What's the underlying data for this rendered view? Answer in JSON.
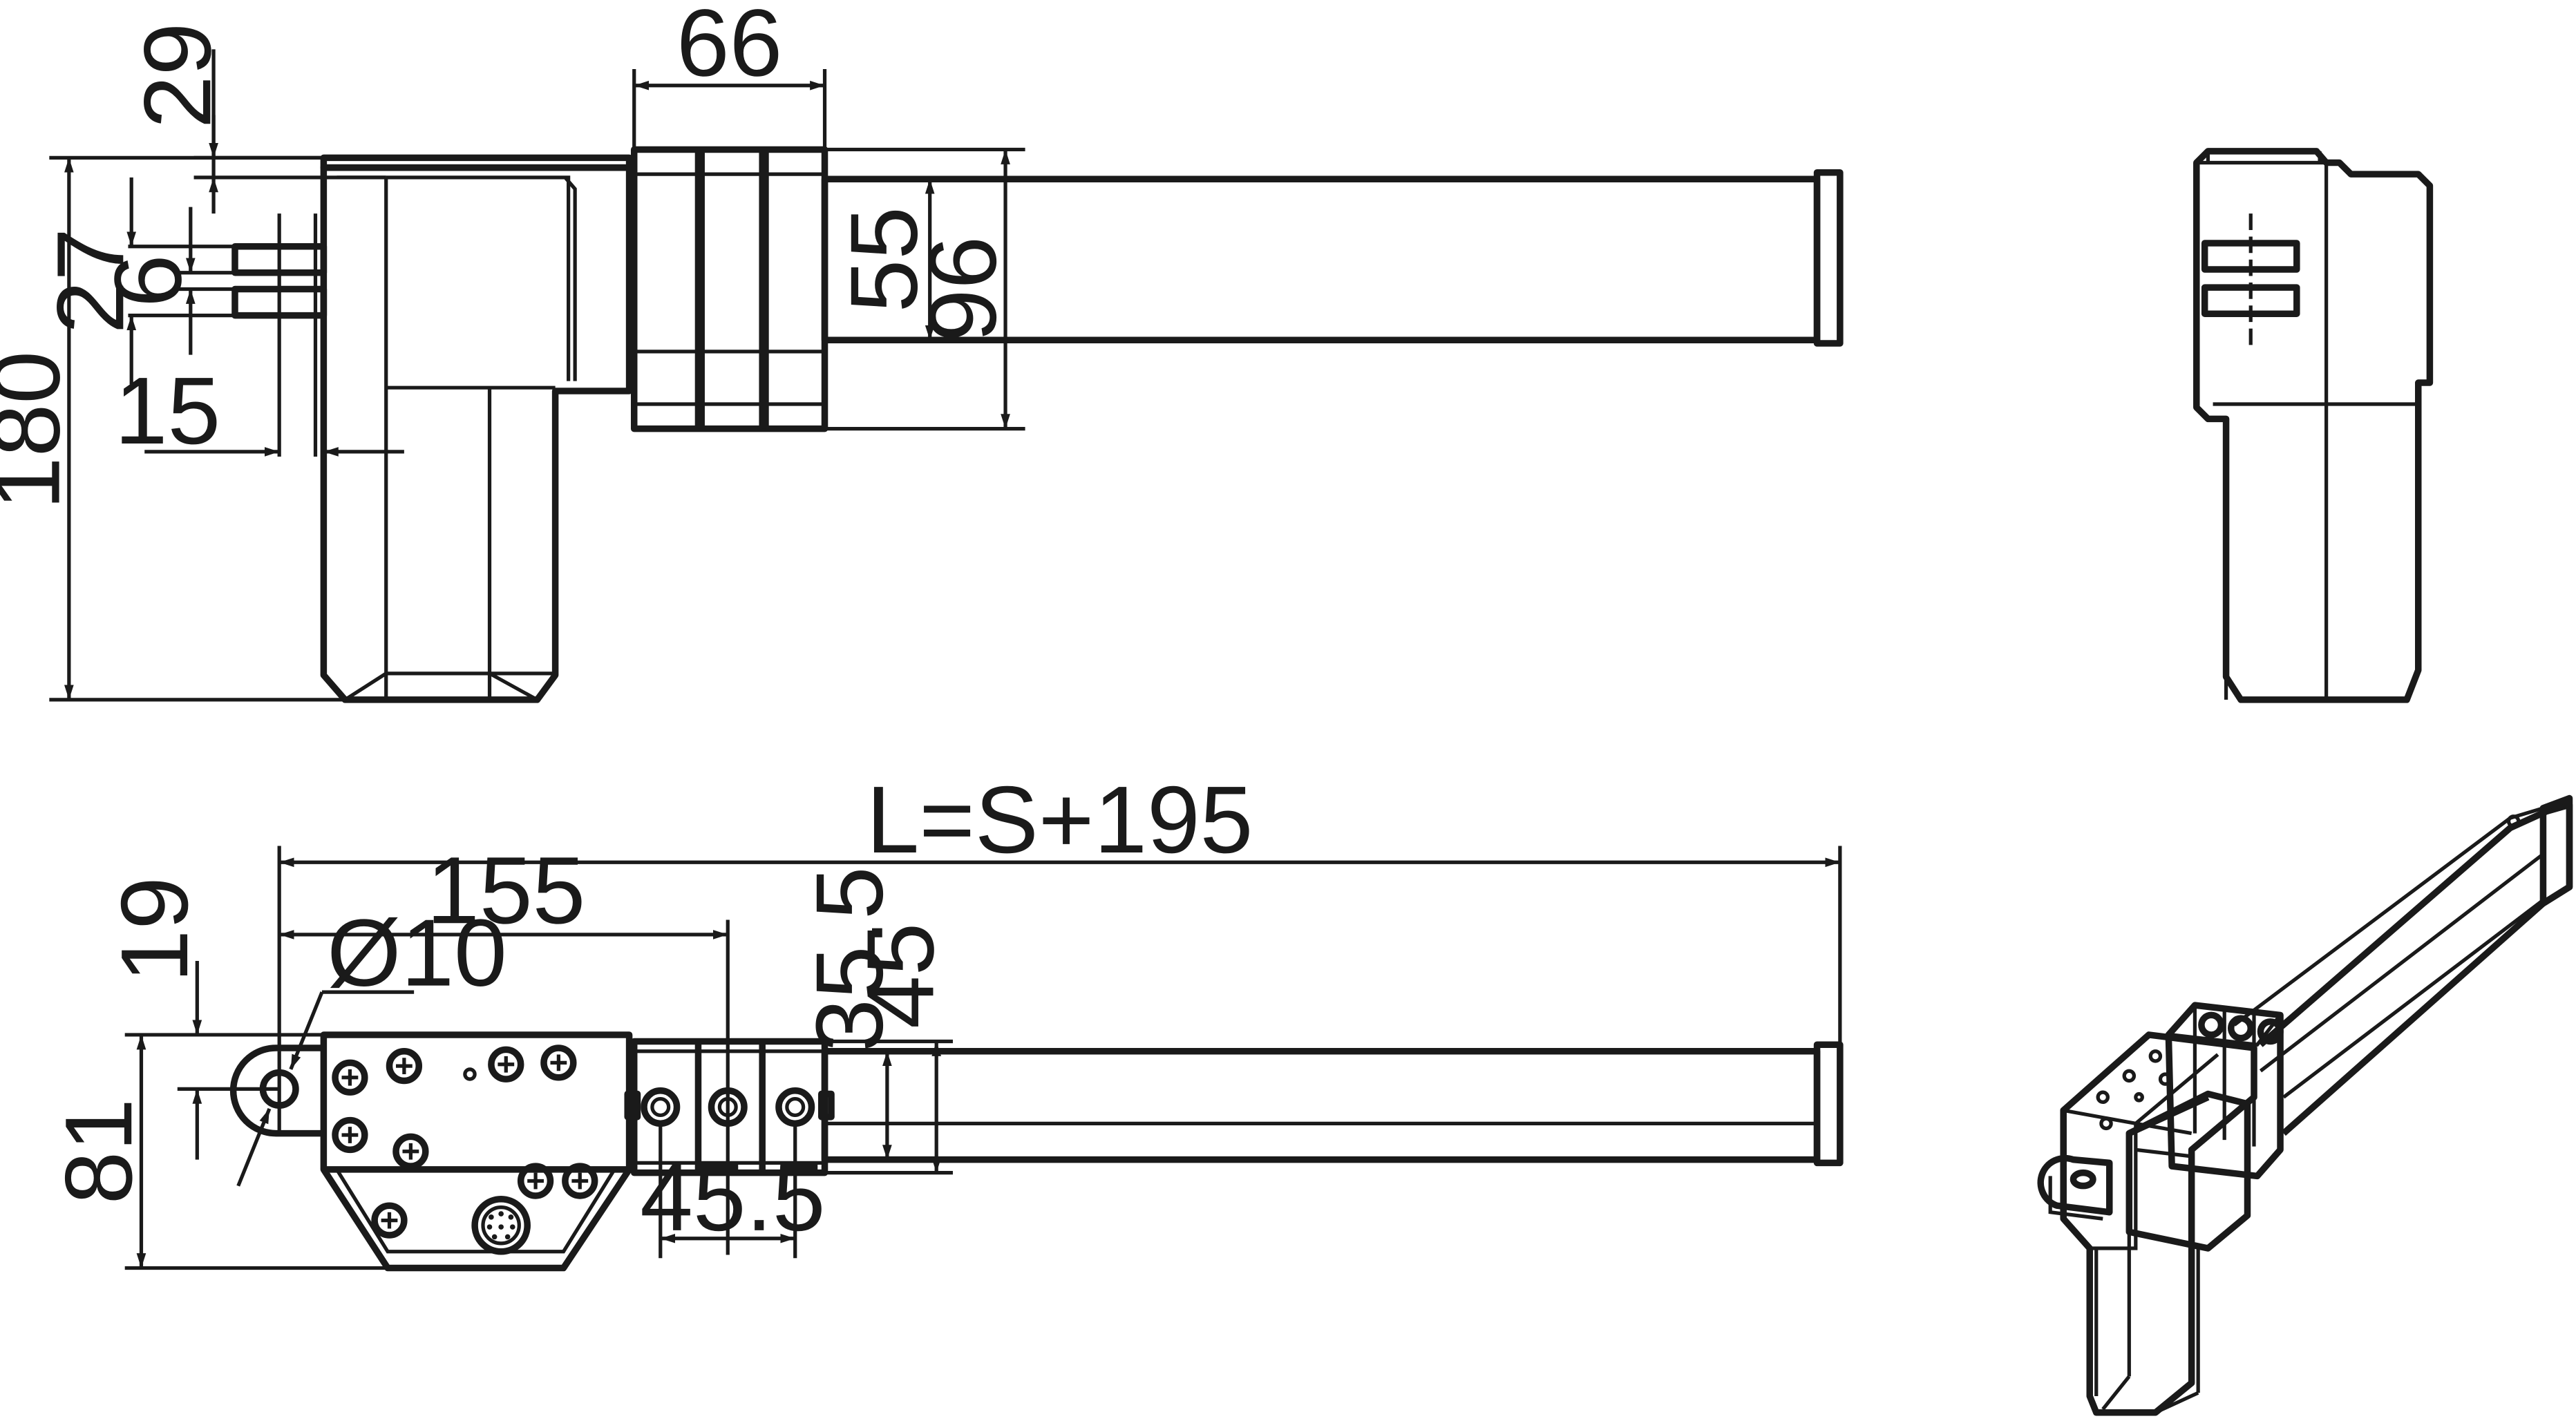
{
  "dimensions": {
    "d29": "29",
    "d66": "66",
    "d27": "27",
    "d6": "6",
    "d55": "55",
    "d96": "96",
    "d180": "180",
    "d15": "15",
    "dL": "L=S+195",
    "d155": "155",
    "d19": "19",
    "dphi10": "Ø10",
    "d35_5": "35.5",
    "d45": "45",
    "d81": "81",
    "d45_5": "45.5"
  },
  "colors": {
    "line": "#1a1a1a",
    "background": "#ffffff"
  }
}
